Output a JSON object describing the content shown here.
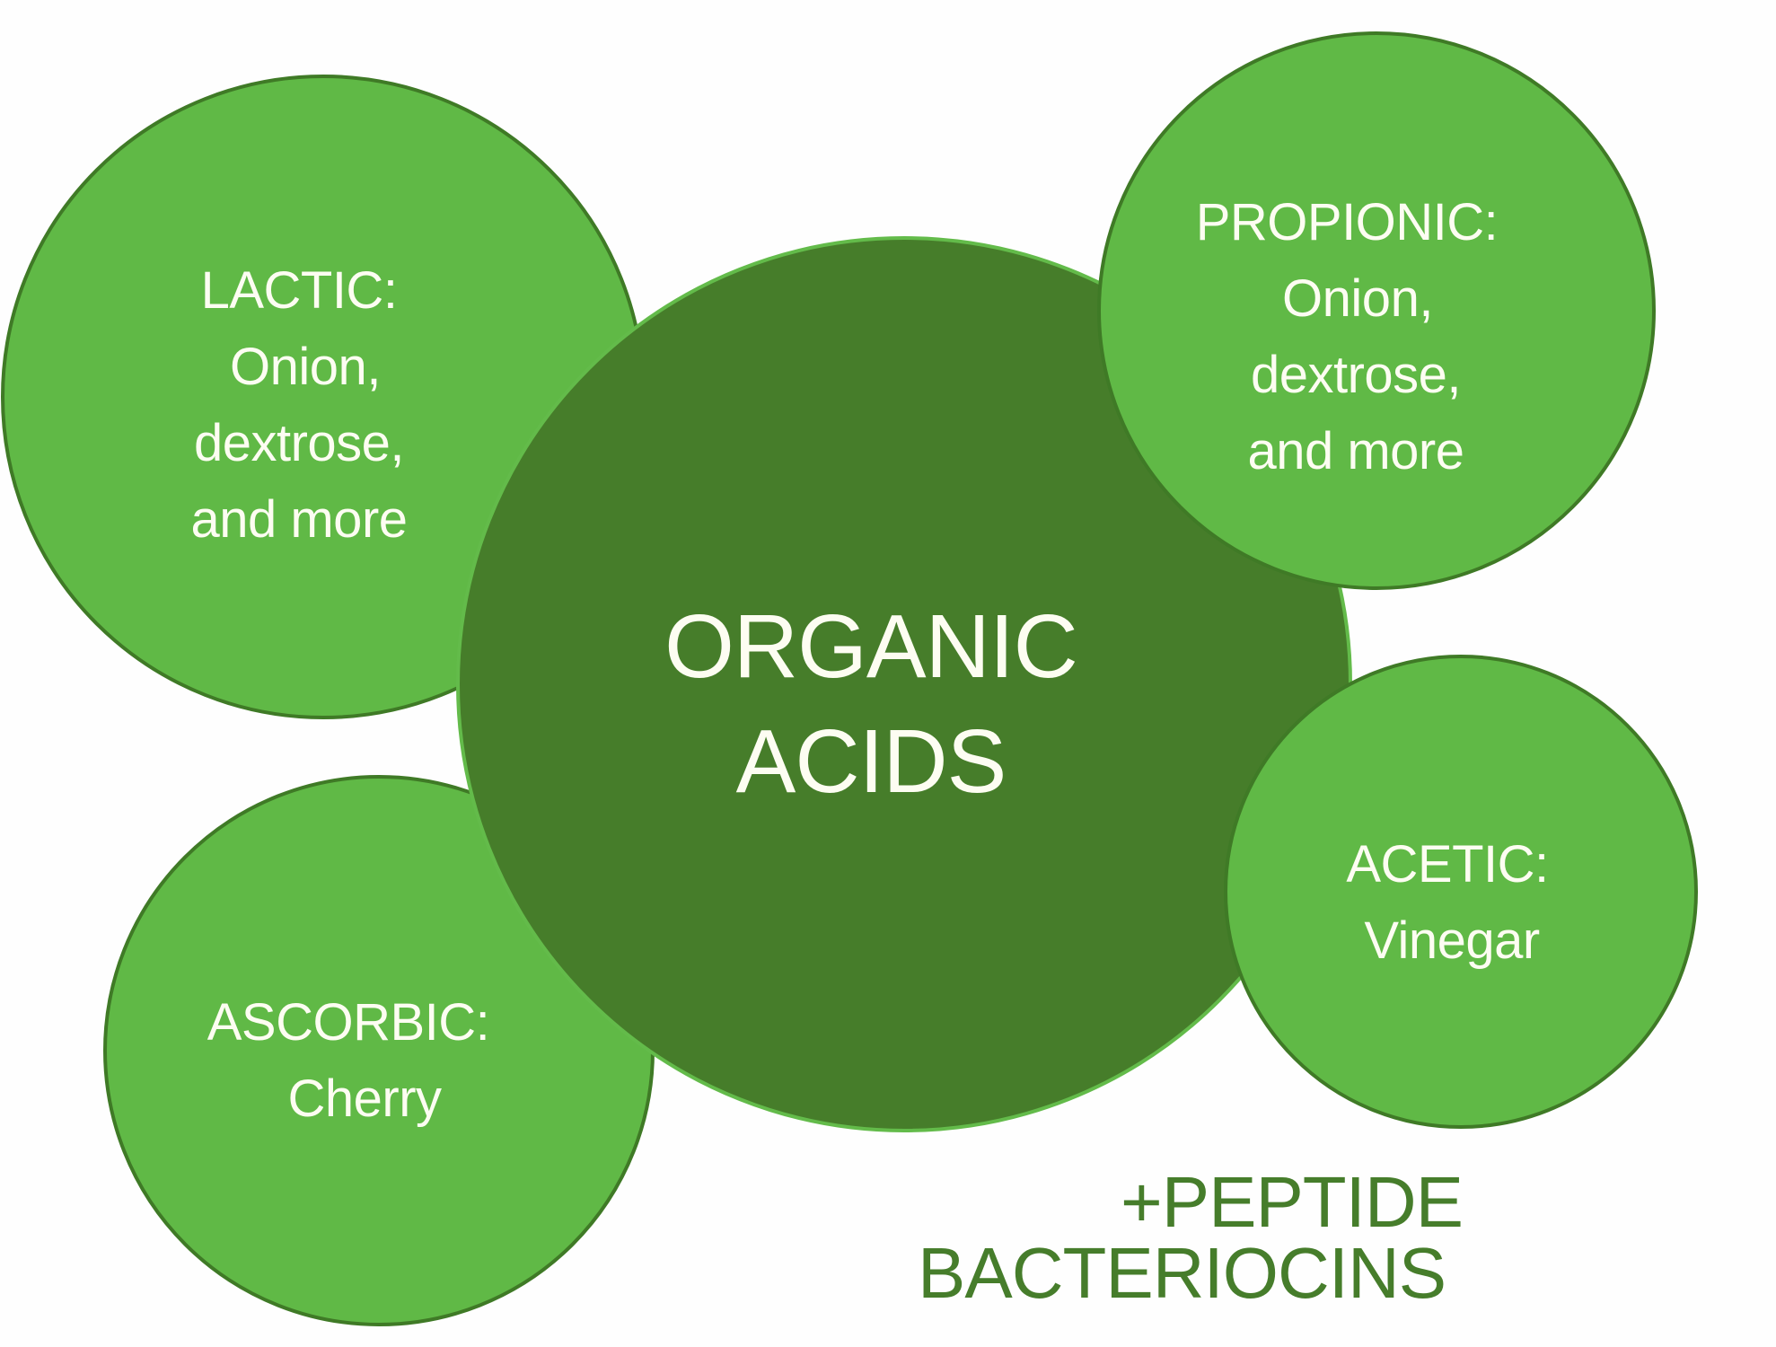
{
  "diagram": {
    "colors": {
      "background": "#fefefe",
      "outer_circle_fill": "#60b946",
      "outer_circle_stroke": "#3f7a26",
      "center_circle_fill": "#467d2a",
      "center_circle_stroke": "#63bb4a",
      "label_text": "#fdfdf2",
      "footnote_text": "#467d2b"
    },
    "center": {
      "lines": [
        "ORGANIC",
        "ACIDS"
      ]
    },
    "nodes": [
      {
        "id": "lactic",
        "title": "LACTIC:",
        "lines": [
          "LACTIC:",
          "Onion,",
          "dextrose,",
          "and more"
        ]
      },
      {
        "id": "propionic",
        "title": "PROPIONIC:",
        "lines": [
          "PROPIONIC:",
          "Onion,",
          "dextrose,",
          "and more"
        ]
      },
      {
        "id": "ascorbic",
        "title": "ASCORBIC:",
        "lines": [
          "ASCORBIC:",
          "Cherry"
        ]
      },
      {
        "id": "acetic",
        "title": "ACETIC:",
        "lines": [
          "ACETIC:",
          "Vinegar"
        ]
      }
    ],
    "footnote": {
      "lines": [
        "+PEPTIDE",
        "BACTERIOCINS"
      ]
    }
  }
}
